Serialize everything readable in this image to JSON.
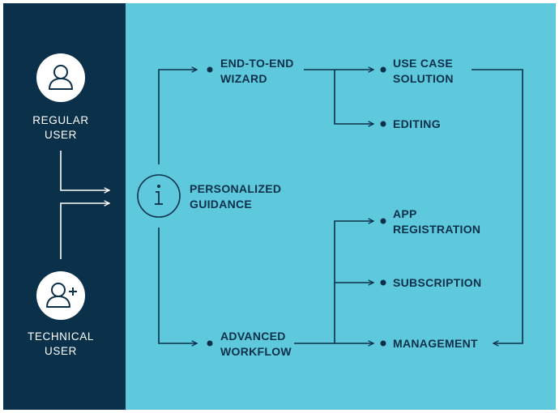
{
  "colors": {
    "sidebar_bg": "#0b3049",
    "main_bg": "#5ec8dd",
    "line": "#0b3049",
    "sidebar_line": "#ffffff"
  },
  "users": {
    "regular": {
      "label": "REGULAR\nUSER",
      "icon": "user-icon"
    },
    "technical": {
      "label": "TECHNICAL\nUSER",
      "icon": "user-add-icon"
    }
  },
  "guidance": {
    "label": "PERSONALIZED\nGUIDANCE",
    "icon": "info-icon"
  },
  "paths": {
    "wizard": {
      "label": "END-TO-END\nWIZARD"
    },
    "workflow": {
      "label": "ADVANCED\nWORKFLOW"
    }
  },
  "outcomes": {
    "use_case": {
      "label": "USE CASE\nSOLUTION"
    },
    "editing": {
      "label": "EDITING"
    },
    "app_registration": {
      "label": "APP\nREGISTRATION"
    },
    "subscription": {
      "label": "SUBSCRIPTION"
    },
    "management": {
      "label": "MANAGEMENT"
    }
  }
}
